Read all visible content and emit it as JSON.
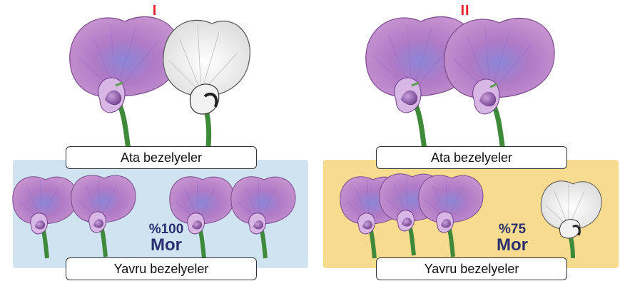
{
  "panels": [
    {
      "roman": "I",
      "parent_label": "Ata bezelyeler",
      "offspring_label": "Yavru bezelyeler",
      "percent": "%100",
      "color_word": "Mor"
    },
    {
      "roman": "II",
      "parent_label": "Ata bezelyeler",
      "offspring_label": "Yavru bezelyeler",
      "percent": "%75",
      "color_word": "Mor"
    }
  ],
  "colors": {
    "roman_red": "#e8232b",
    "purple_petal": "#b278c6",
    "white_petal": "#f4f4f4",
    "stem_green": "#3f8a3a",
    "left_offspring_bg": "#cfe3f1",
    "right_offspring_bg": "#f7dc8f",
    "text_navy": "#2b2f6f"
  }
}
